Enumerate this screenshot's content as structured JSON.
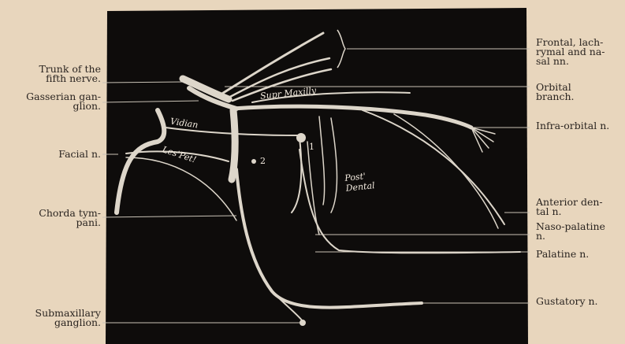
{
  "labels_left": {
    "trunk_fifth": "Trunk of the\nfifth nerve.",
    "gasserian": "Gasserian gan-\nglion.",
    "facial": "Facial n.",
    "chorda": "Chorda tym-\npani.",
    "submaxillary": "Submaxillary\nganglion."
  },
  "labels_right": {
    "frontal": "Frontal, lach-\nrymal and na-\nsal nn.",
    "orbital": "Orbital\nbranch.",
    "infra_orbital": "Infra-orbital n.",
    "anterior_dental": "Anterior den-\ntal n.",
    "naso_palatine": "Naso-palatine\nn.",
    "palatine": "Palatine n.",
    "gustatory": "Gustatory n."
  },
  "inner_labels": {
    "sup_maxill": "Supr Maxilly",
    "vidian": "Vidian",
    "les_pet": "Les'Pet!",
    "post_dental": "Post'\nDental",
    "num1": "1",
    "num2": "2"
  },
  "colors": {
    "paper": "#e8d6bd",
    "plate": "#0e0c0b",
    "nerve": "#ddd6ca",
    "leader": "#c9c2b6",
    "text": "#2a2420"
  }
}
